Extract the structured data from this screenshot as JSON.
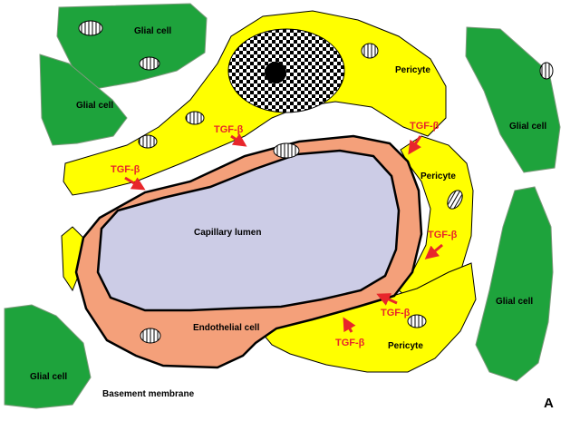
{
  "labels": {
    "glial_cell": "Glial cell",
    "pericyte": "Pericyte",
    "capillary_lumen": "Capillary lumen",
    "endothelial_cell": "Endothelial cell",
    "basement_membrane": "Basement membrane",
    "tgf_beta": "TGF-β",
    "panel_letter": "A"
  },
  "colors": {
    "glial": "#1ea33c",
    "pericyte": "#ffff00",
    "endothelial": "#f4a07a",
    "lumen": "#cccce6",
    "basement_membrane": "#ffffff",
    "tgf_arrow": "#e8262b",
    "outline": "#000000"
  }
}
